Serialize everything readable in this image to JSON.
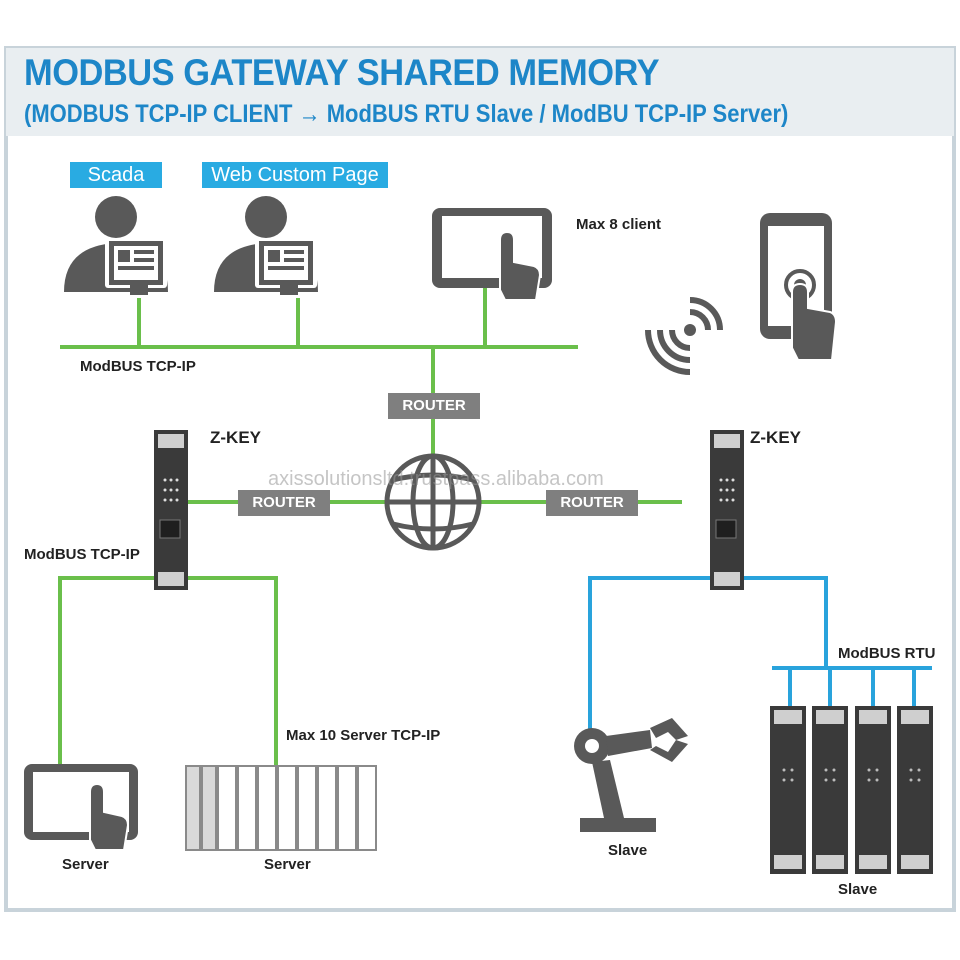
{
  "title": "MODBUS GATEWAY SHARED MEMORY",
  "subtitle": "(MODBUS TCP-IP CLIENT → ModBUS RTU Slave / ModBU TCP-IP Server)",
  "clients": {
    "scada": "Scada",
    "web_custom_page": "Web Custom Page",
    "max_clients": "Max 8 client"
  },
  "network_labels": {
    "top_bus": "ModBUS TCP-IP",
    "left_bus": "ModBUS TCP-IP",
    "rtu_bus": "ModBUS RTU",
    "max_servers": "Max 10 Server TCP-IP"
  },
  "routers": {
    "top": "ROUTER",
    "left": "ROUTER",
    "right": "ROUTER"
  },
  "devices": {
    "zkey_left": "Z-KEY",
    "zkey_right": "Z-KEY",
    "module_text": "Z-KEY"
  },
  "endpoints": {
    "server_tablet": "Server",
    "server_rack": "Server",
    "slave_robot": "Slave",
    "slave_modules": "Slave"
  },
  "watermark": "axissolutionsltd.trustpass.alibaba.com",
  "colors": {
    "title_blue": "#1d86c8",
    "tag_blue": "#29abe2",
    "ethernet_green": "#6abf4b",
    "rtu_blue": "#29a3dc",
    "icon_gray": "#595959",
    "router_gray": "#7f7f7f",
    "frame_gray": "#c8d3da"
  }
}
